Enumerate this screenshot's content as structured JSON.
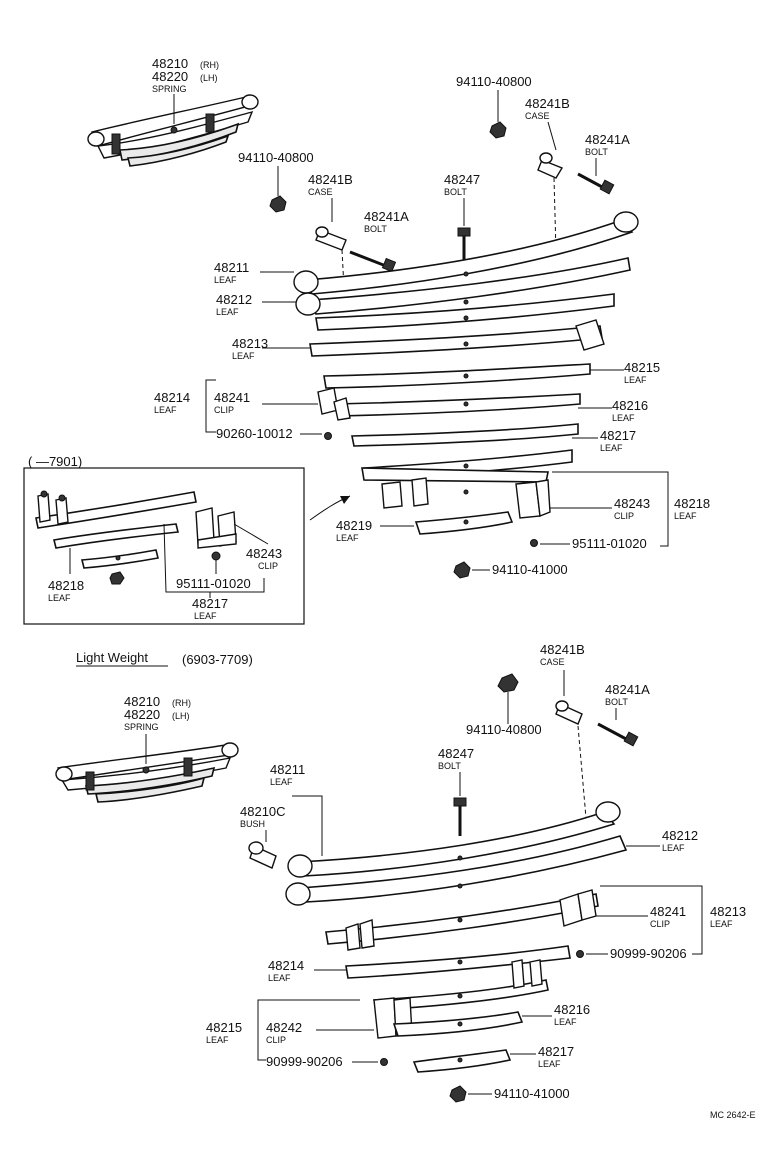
{
  "upper": {
    "spring": {
      "pn1": "48210",
      "pn1_tag": "(RH)",
      "pn2": "48220",
      "pn2_tag": "(LH)",
      "name": "SPRING"
    },
    "nut_a": {
      "pn": "94110-40800"
    },
    "nut_b": {
      "pn": "94110-40800"
    },
    "case_a": {
      "pn": "48241B",
      "name": "CASE"
    },
    "case_b": {
      "pn": "48241B",
      "name": "CASE"
    },
    "bolt_a": {
      "pn": "48241A",
      "name": "BOLT"
    },
    "bolt_b": {
      "pn": "48241A",
      "name": "BOLT"
    },
    "center_bolt": {
      "pn": "48247",
      "name": "BOLT"
    },
    "leaf_48211": {
      "pn": "48211",
      "name": "LEAF"
    },
    "leaf_48212": {
      "pn": "48212",
      "name": "LEAF"
    },
    "leaf_48213": {
      "pn": "48213",
      "name": "LEAF"
    },
    "leaf_48214": {
      "pn": "48214",
      "name": "LEAF"
    },
    "clip_48241": {
      "pn": "48241",
      "name": "CLIP"
    },
    "rivet": {
      "pn": "90260-10012"
    },
    "leaf_48215": {
      "pn": "48215",
      "name": "LEAF"
    },
    "leaf_48216": {
      "pn": "48216",
      "name": "LEAF"
    },
    "leaf_48217": {
      "pn": "48217",
      "name": "LEAF"
    },
    "clip_48243": {
      "pn": "48243",
      "name": "CLIP"
    },
    "leaf_48218": {
      "pn": "48218",
      "name": "LEAF"
    },
    "leaf_48219": {
      "pn": "48219",
      "name": "LEAF"
    },
    "rivet2": {
      "pn": "95111-01020"
    },
    "nut_bottom": {
      "pn": "94110-41000"
    }
  },
  "inset": {
    "range": "(      —7901)",
    "clip": {
      "pn": "48243",
      "name": "CLIP"
    },
    "rivet": {
      "pn": "95111-01020"
    },
    "leaf_48218": {
      "pn": "48218",
      "name": "LEAF"
    },
    "leaf_48217": {
      "pn": "48217",
      "name": "LEAF"
    }
  },
  "lower": {
    "title": "Light Weight",
    "range": "(6903-7709)",
    "spring": {
      "pn1": "48210",
      "pn1_tag": "(RH)",
      "pn2": "48220",
      "pn2_tag": "(LH)",
      "name": "SPRING"
    },
    "case": {
      "pn": "48241B",
      "name": "CASE"
    },
    "bolt": {
      "pn": "48241A",
      "name": "BOLT"
    },
    "nut": {
      "pn": "94110-40800"
    },
    "center_bolt": {
      "pn": "48247",
      "name": "BOLT"
    },
    "leaf_48211": {
      "pn": "48211",
      "name": "LEAF"
    },
    "bush": {
      "pn": "48210C",
      "name": "BUSH"
    },
    "leaf_48212": {
      "pn": "48212",
      "name": "LEAF"
    },
    "clip_48241": {
      "pn": "48241",
      "name": "CLIP"
    },
    "leaf_48213": {
      "pn": "48213",
      "name": "LEAF"
    },
    "rivet": {
      "pn": "90999-90206"
    },
    "leaf_48214": {
      "pn": "48214",
      "name": "LEAF"
    },
    "leaf_48215": {
      "pn": "48215",
      "name": "LEAF"
    },
    "clip_48242": {
      "pn": "48242",
      "name": "CLIP"
    },
    "leaf_48216": {
      "pn": "48216",
      "name": "LEAF"
    },
    "rivet2": {
      "pn": "90999-90206"
    },
    "leaf_48217": {
      "pn": "48217",
      "name": "LEAF"
    },
    "nut_bottom": {
      "pn": "94110-41000"
    }
  },
  "footer_code": "MC 2642-E"
}
